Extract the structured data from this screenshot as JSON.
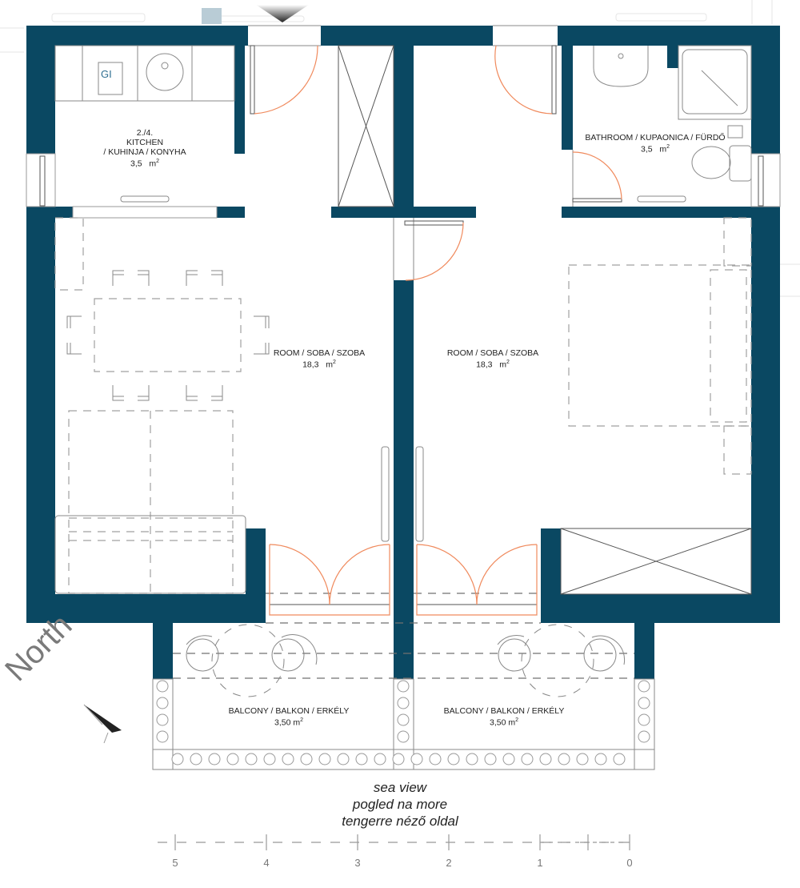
{
  "plan": {
    "wall_color": "#0a4862",
    "door_swing_color": "#f08a5d",
    "entrance_marker": "triangle-down-icon"
  },
  "rooms": {
    "kitchen": {
      "number": "2./4.",
      "name": "KITCHEN",
      "name_alt": "/ KUHINJA / KONYHA",
      "area": "3,5",
      "unit": "m",
      "unit_sup": "2"
    },
    "bathroom": {
      "name": "BATHROOM / KUPAONICA / FÜRDŐ",
      "area": "3,5",
      "unit": "m",
      "unit_sup": "2"
    },
    "room_left": {
      "name": "ROOM / SOBA / SZOBA",
      "area": "18,3",
      "unit": "m",
      "unit_sup": "2"
    },
    "room_right": {
      "name": "ROOM / SOBA / SZOBA",
      "area": "18,3",
      "unit": "m",
      "unit_sup": "2"
    },
    "balcony_left": {
      "name": "BALCONY / BALKON / ERKÉLY",
      "area": "3,50 m",
      "unit_sup": "2"
    },
    "balcony_right": {
      "name": "BALCONY / BALKON / ERKÉLY",
      "area": "3,50 m",
      "unit_sup": "2"
    }
  },
  "compass": {
    "label": "North",
    "icon": "north-arrow-icon"
  },
  "view": {
    "line1": "sea view",
    "line2": "pogled na more",
    "line3": "tengerre néző oldal"
  },
  "scale_bar": {
    "labels": [
      "5",
      "4",
      "3",
      "2",
      "1",
      "0"
    ]
  }
}
